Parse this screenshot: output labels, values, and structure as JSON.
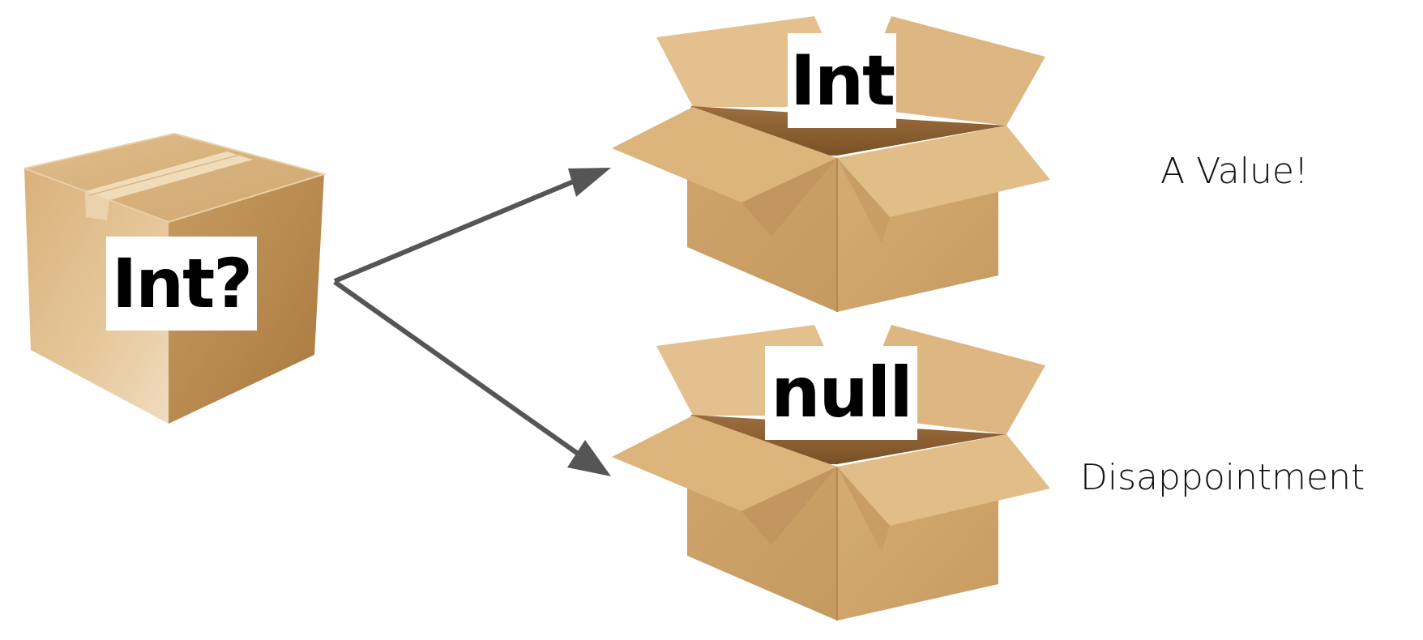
{
  "source_box": {
    "type_label": "Int?"
  },
  "outcomes": [
    {
      "box_label": "Int",
      "caption": "A Value!"
    },
    {
      "box_label": "null",
      "caption": "Disappointment"
    }
  ],
  "colors": {
    "cardboard_light": "#e2bd88",
    "cardboard_mid": "#c9a06a",
    "cardboard_dark": "#a77b45",
    "tape": "#f1dcb9",
    "arrow": "#555555"
  }
}
